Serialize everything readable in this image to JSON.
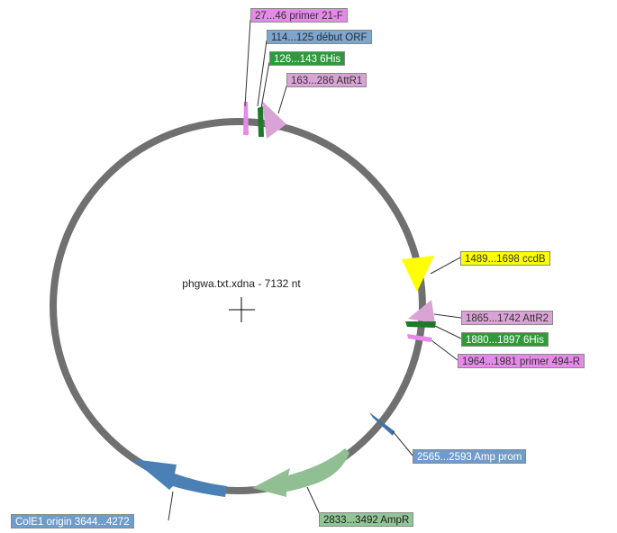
{
  "plasmid": {
    "title": "phgwa.txt.xdna - 7132 nt"
  },
  "features": [
    {
      "id": "primer-21-f",
      "label": "27...46  primer 21-F",
      "color": "#e58ae8",
      "text_color": "#333333"
    },
    {
      "id": "debut-orf",
      "label": "114...125  début ORF",
      "color": "#7ea6cc",
      "text_color": "#1f2d3d"
    },
    {
      "id": "6his-1",
      "label": "126...143  6His",
      "color": "#2e9a3a",
      "text_color": "#ffffff"
    },
    {
      "id": "attr1",
      "label": "163...286  AttR1",
      "color": "#d9a3d6",
      "text_color": "#333333"
    },
    {
      "id": "ccdb",
      "label": "1489...1698  ccdB",
      "color": "#ffff00",
      "text_color": "#333333"
    },
    {
      "id": "attr2",
      "label": "1865...1742  AttR2",
      "color": "#d9a3d6",
      "text_color": "#333333"
    },
    {
      "id": "6his-2",
      "label": "1880...1897  6His",
      "color": "#2e9a3a",
      "text_color": "#ffffff"
    },
    {
      "id": "primer-494-r",
      "label": "1964...1981  primer 494-R",
      "color": "#e58ae8",
      "text_color": "#333333"
    },
    {
      "id": "amp-prom",
      "label": "2565...2593  Amp prom",
      "color": "#6f9ccc",
      "text_color": "#ffffff"
    },
    {
      "id": "ampr",
      "label": "2833...3492  AmpR",
      "color": "#93c596",
      "text_color": "#1e1e1e"
    },
    {
      "id": "cole1-origin",
      "label": "ColE1 origin  3644...4272",
      "color": "#6f9ccc",
      "text_color": "#ffffff"
    }
  ],
  "colors": {
    "backbone": "#707070",
    "ampr_arrow": "#8fbf92",
    "cole1_arrow": "#4a80b5",
    "attr_arrow": "#d9a3d6",
    "his_arrow": "#1e7a2a",
    "primer_arrow": "#e58ae8"
  }
}
